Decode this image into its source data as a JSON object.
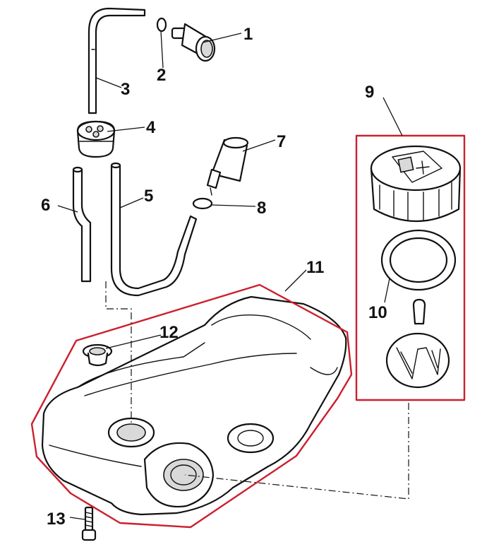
{
  "callouts": {
    "p1": "1",
    "p2": "2",
    "p3": "3",
    "p4": "4",
    "p5": "5",
    "p6": "6",
    "p7": "7",
    "p8": "8",
    "p9": "9",
    "p10": "10",
    "p11": "11",
    "p12": "12",
    "p13": "13"
  },
  "colors": {
    "highlight": "#cc1f2d",
    "line": "#111111",
    "background": "#ffffff"
  }
}
